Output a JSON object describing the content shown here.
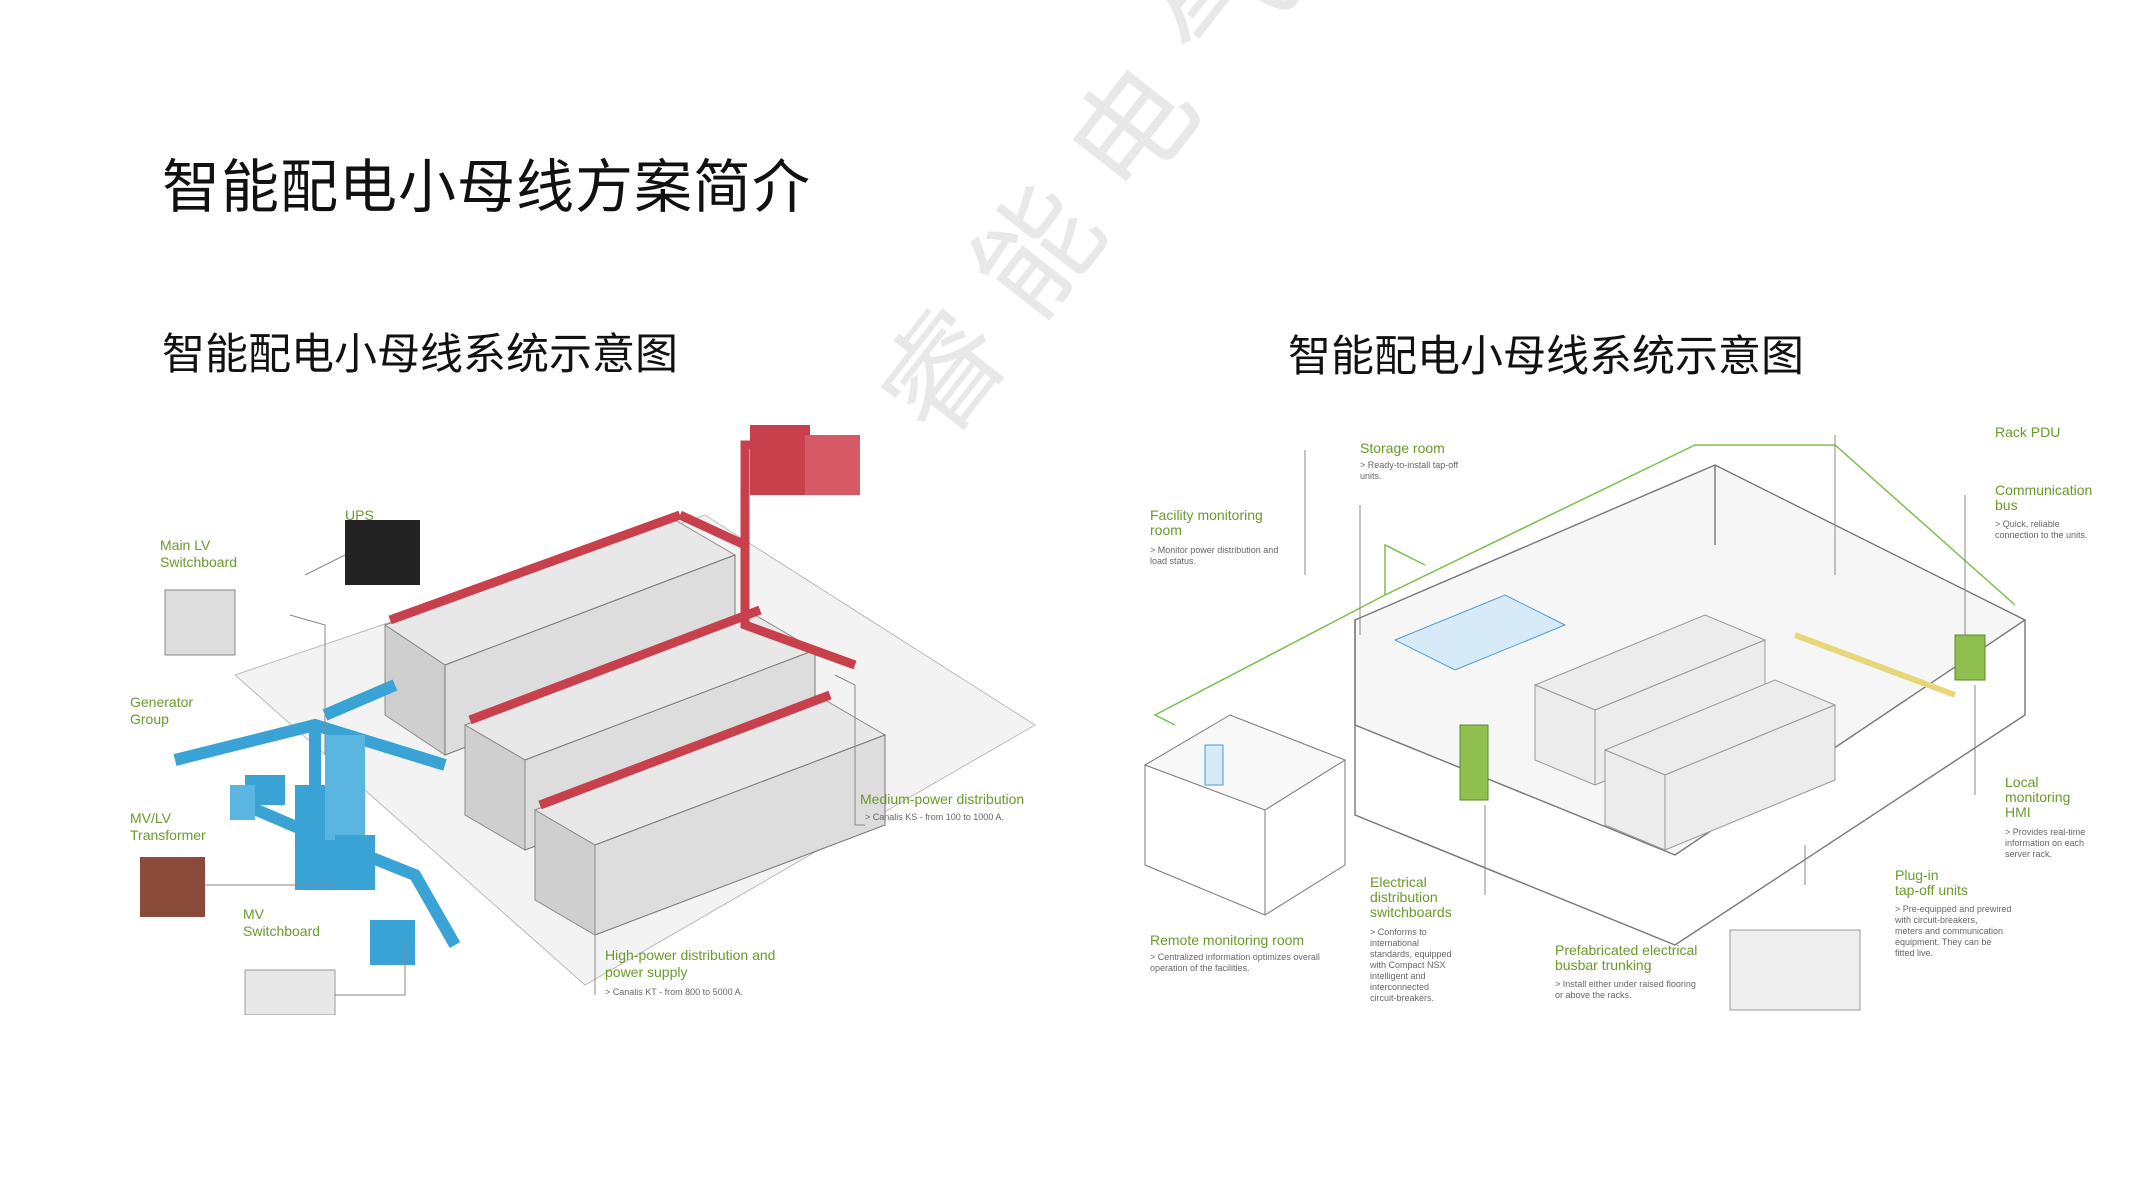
{
  "title": "智能配电小母线方案简介",
  "left": {
    "subtitle": "智能配电小母线系统示意图",
    "labels": {
      "main_lv": "Main LV\nSwitchboard",
      "ups": "UPS",
      "generator": "Generator\nGroup",
      "transformer": "MV/LV\nTransformer",
      "mv_switchboard": "MV\nSwitchboard",
      "medium_power": "Medium-power distribution",
      "medium_power_note": "> Canalis KS - from 100 to 1000 A.",
      "high_power": "High-power distribution and\npower supply",
      "high_power_note": "> Canalis KT - from 800 to 5000 A."
    }
  },
  "right": {
    "subtitle": "智能配电小母线系统示意图",
    "labels": {
      "storage_room": "Storage room",
      "storage_note": "> Ready-to-install tap-off\nunits.",
      "facility_monitoring": "Facility monitoring\nroom",
      "facility_note": "> Monitor power distribution and\nload status.",
      "rack_pdu": "Rack PDU",
      "comm_bus": "Communication\nbus",
      "comm_note": "> Quick, reliable\nconnection to the units.",
      "local_hmi": "Local\nmonitoring\nHMI",
      "local_note": "> Provides real-time\ninformation on each\nserver rack.",
      "remote_monitoring": "Remote monitoring room",
      "remote_note": "> Centralized information optimizes overall\noperation of the facilities.",
      "electrical_dist": "Electrical\ndistribution\nswitchboards",
      "electrical_note": "> Conforms to\ninternational\nstandards, equipped\nwith Compact NSX\nintelligent and\ninterconnected\ncircuit-breakers.",
      "prefab_busbar": "Prefabricated electrical\nbusbar trunking",
      "prefab_note": "> Install either under raised flooring\nor above the racks.",
      "plugin_units": "Plug-in\ntap-off units",
      "plugin_note": "> Pre-equipped and prewired\nwith circuit-breakers,\nmeters and communication\nequipment. They can be\nfitted live."
    }
  },
  "watermark": "睿能电气",
  "colors": {
    "label_green": "#6a9a2a",
    "busbar_red": "#c8404c",
    "duct_blue": "#3aa3d6"
  }
}
